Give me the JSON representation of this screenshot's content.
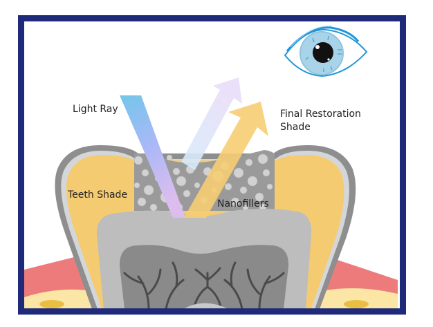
{
  "labels": {
    "light_ray": "Light Ray",
    "final_restoration_line1": "Final Restoration",
    "final_restoration_line2": "Shade",
    "teeth_shade": "Teeth Shade",
    "nanofillers": "Nanofillers"
  },
  "colors": {
    "frame": "#1f2a7a",
    "enamel_yellow": "#f5cb72",
    "gum": "#ee7b7b",
    "tooth_outline": "#8e8e8e",
    "filler_gray": "#9a9a9a",
    "dentin": "#bdbdbd",
    "pulp": "#8a8a8a",
    "iris": "#a9d3e8",
    "eye_outline": "#2196d9"
  }
}
